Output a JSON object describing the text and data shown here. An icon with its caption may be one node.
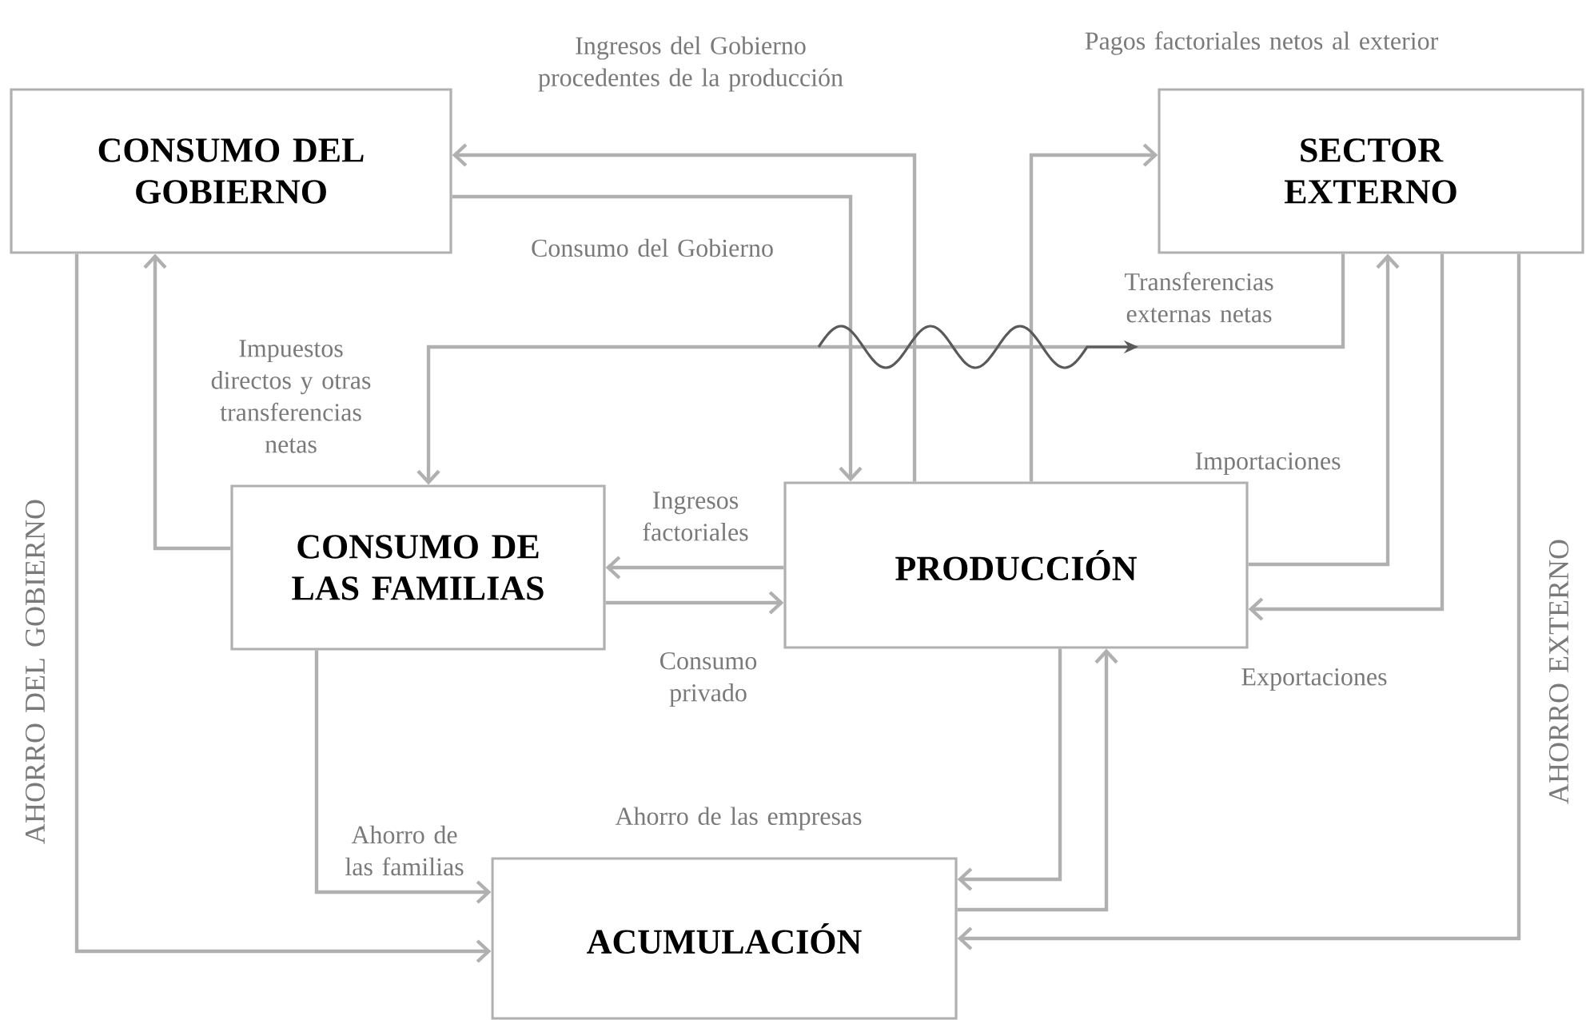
{
  "diagram": {
    "nodes": [
      {
        "text": [
          "CONSUMO DEL GOBIERNO"
        ]
      },
      {
        "text": [
          "SECTOR EXTERNO"
        ]
      },
      {
        "text": [
          "CONSUMO DE LAS FAMILIAS"
        ]
      },
      {
        "text": [
          "PRODUCCIÓN"
        ]
      },
      {
        "text": [
          "ACUMULACIÓN"
        ]
      }
    ],
    "edges": [
      {
        "from": 3,
        "to": 0,
        "arrow": "to",
        "label": "Ingresos del Gobierno procedentes de la producción"
      },
      {
        "from": 0,
        "to": 3,
        "arrow": "to",
        "label": "Consumo del Gobierno"
      },
      {
        "from": 3,
        "to": 1,
        "arrow": "to",
        "label": "Pagos factoriales netos al exterior"
      },
      {
        "from": 1,
        "to": 2,
        "arrow": "to",
        "label": "Transferencias externas netas"
      },
      {
        "from": 2,
        "to": 0,
        "arrow": "to",
        "label": "Impuestos directos y otras transferencias netas"
      },
      {
        "from": 3,
        "to": 2,
        "arrow": "to",
        "label": "Ingresos factoriales"
      },
      {
        "from": 2,
        "to": 3,
        "arrow": "to",
        "label": "Consumo privado"
      },
      {
        "from": 3,
        "to": 1,
        "arrow": "to",
        "label": "Importaciones"
      },
      {
        "from": 1,
        "to": 3,
        "arrow": "to",
        "label": "Exportaciones"
      },
      {
        "from": 2,
        "to": 4,
        "arrow": "to",
        "label": "Ahorro de las familias"
      },
      {
        "from": 0,
        "to": 4,
        "arrow": "to",
        "label": "AHORRO DEL GOBIERNO"
      },
      {
        "from": 3,
        "to": 4,
        "arrow": "to",
        "label": "Ahorro de las empresas"
      },
      {
        "from": 4,
        "to": 3,
        "arrow": "to"
      },
      {
        "from": 1,
        "to": 4,
        "arrow": "to",
        "label": "AHORRO EXTERNO"
      }
    ]
  }
}
